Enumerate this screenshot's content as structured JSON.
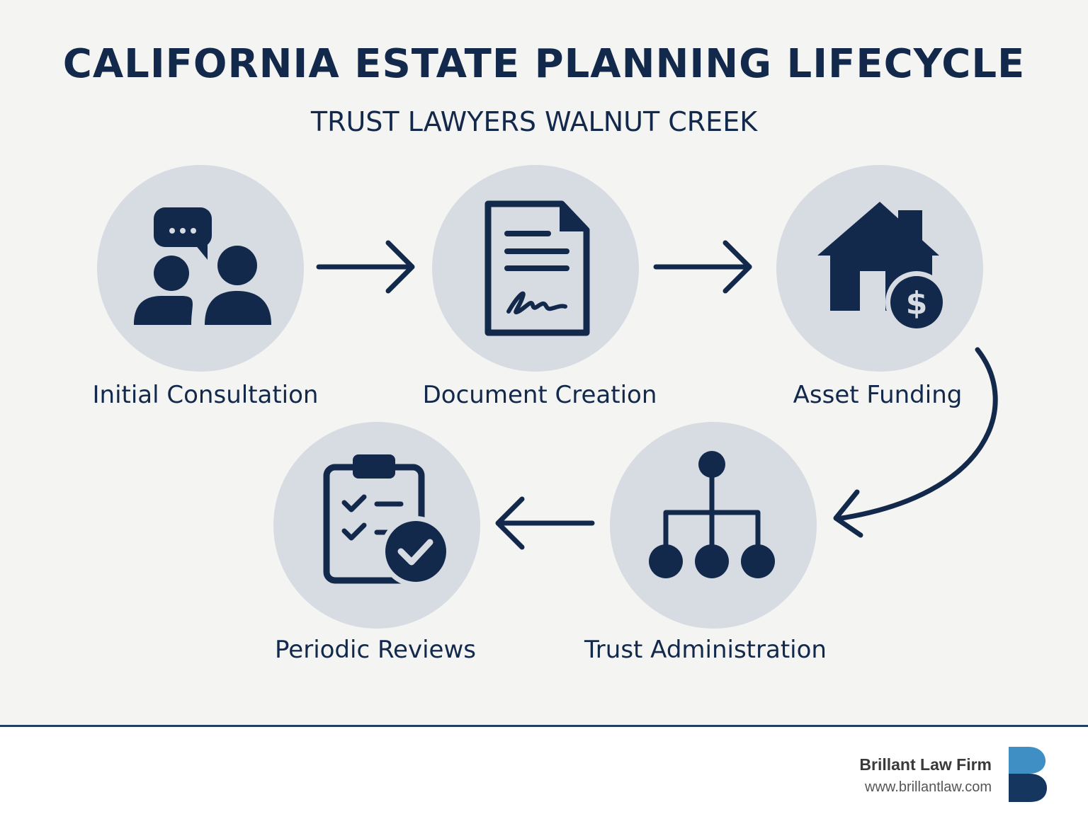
{
  "header": {
    "title": "CALIFORNIA ESTATE PLANNING LIFECYCLE",
    "subtitle": "TRUST LAWYERS WALNUT CREEK"
  },
  "steps": [
    {
      "label": "Initial Consultation",
      "icon": "people-chat-icon"
    },
    {
      "label": "Document Creation",
      "icon": "signed-document-icon"
    },
    {
      "label": "Asset Funding",
      "icon": "house-dollar-icon"
    },
    {
      "label": "Trust Administration",
      "icon": "hierarchy-icon"
    },
    {
      "label": "Periodic Reviews",
      "icon": "clipboard-check-icon"
    }
  ],
  "footer": {
    "brand_name": "Brillant Law Firm",
    "brand_url": "www.brillantlaw.com"
  },
  "colors": {
    "navy": "#13294b",
    "circle": "#d7dce3",
    "background": "#f4f4f2",
    "logo_light": "#3f8fc4",
    "logo_dark": "#15375f"
  }
}
